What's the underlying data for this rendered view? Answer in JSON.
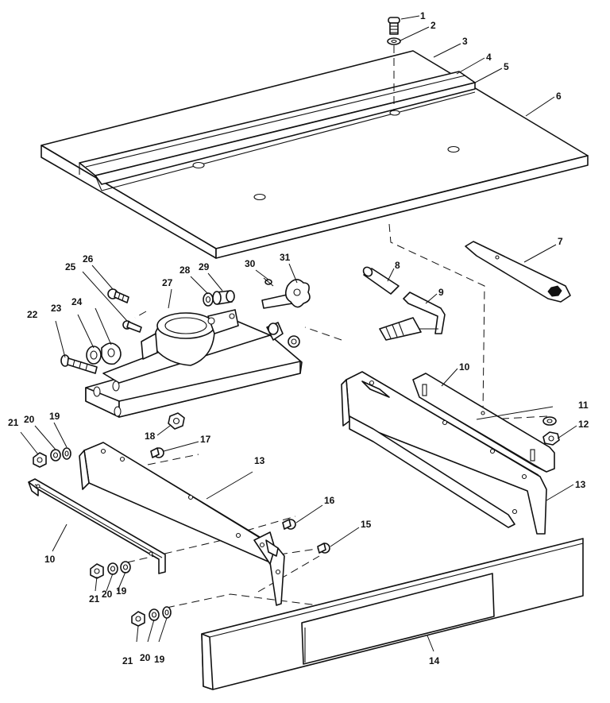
{
  "callouts": {
    "c1": "1",
    "c2": "2",
    "c3": "3",
    "c4": "4",
    "c5": "5",
    "c6": "6",
    "c7": "7",
    "c8": "8",
    "c9": "9",
    "c10a": "10",
    "c10b": "10",
    "c11": "11",
    "c12": "12",
    "c13a": "13",
    "c13b": "13",
    "c14": "14",
    "c15": "15",
    "c16": "16",
    "c17": "17",
    "c18": "18",
    "c19a": "19",
    "c19b": "19",
    "c19c": "19",
    "c20a": "20",
    "c20b": "20",
    "c20c": "20",
    "c21a": "21",
    "c21b": "21",
    "c21c": "21",
    "c22": "22",
    "c23": "23",
    "c24": "24",
    "c25": "25",
    "c26": "26",
    "c27": "27",
    "c28": "28",
    "c29": "29",
    "c30": "30",
    "c31": "31"
  }
}
